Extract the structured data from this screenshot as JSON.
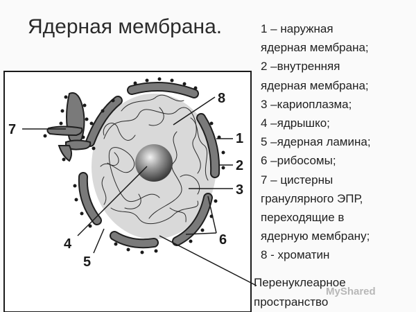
{
  "title": "Ядерная мембрана.",
  "legend": [
    "1 – наружная",
    "ядерная мембрана;",
    "2 –внутренняя",
    "ядерная мембрана;",
    "3 –кариоплазма;",
    "4 –ядрышко;",
    "5 –ядерная ламина;",
    "6 –рибосомы;",
    "7 – цистерны",
    "гранулярного ЭПР,",
    "переходящие в",
    "ядерную мембрану;",
    " 8 - хроматин"
  ],
  "labels": {
    "n1": "1",
    "n2": "2",
    "n3": "3",
    "n4": "4",
    "n5": "5",
    "n6": "6",
    "n7": "7",
    "n8": "8"
  },
  "callout": {
    "line1": "Перенуклеарное",
    "line2": "пространство"
  },
  "watermark": "MyShared",
  "colors": {
    "background": "#fafafa",
    "membrane": "#6e6e6e",
    "karyoplasm": "#d9d9d9",
    "nucleolus": "#8a8a8a"
  }
}
